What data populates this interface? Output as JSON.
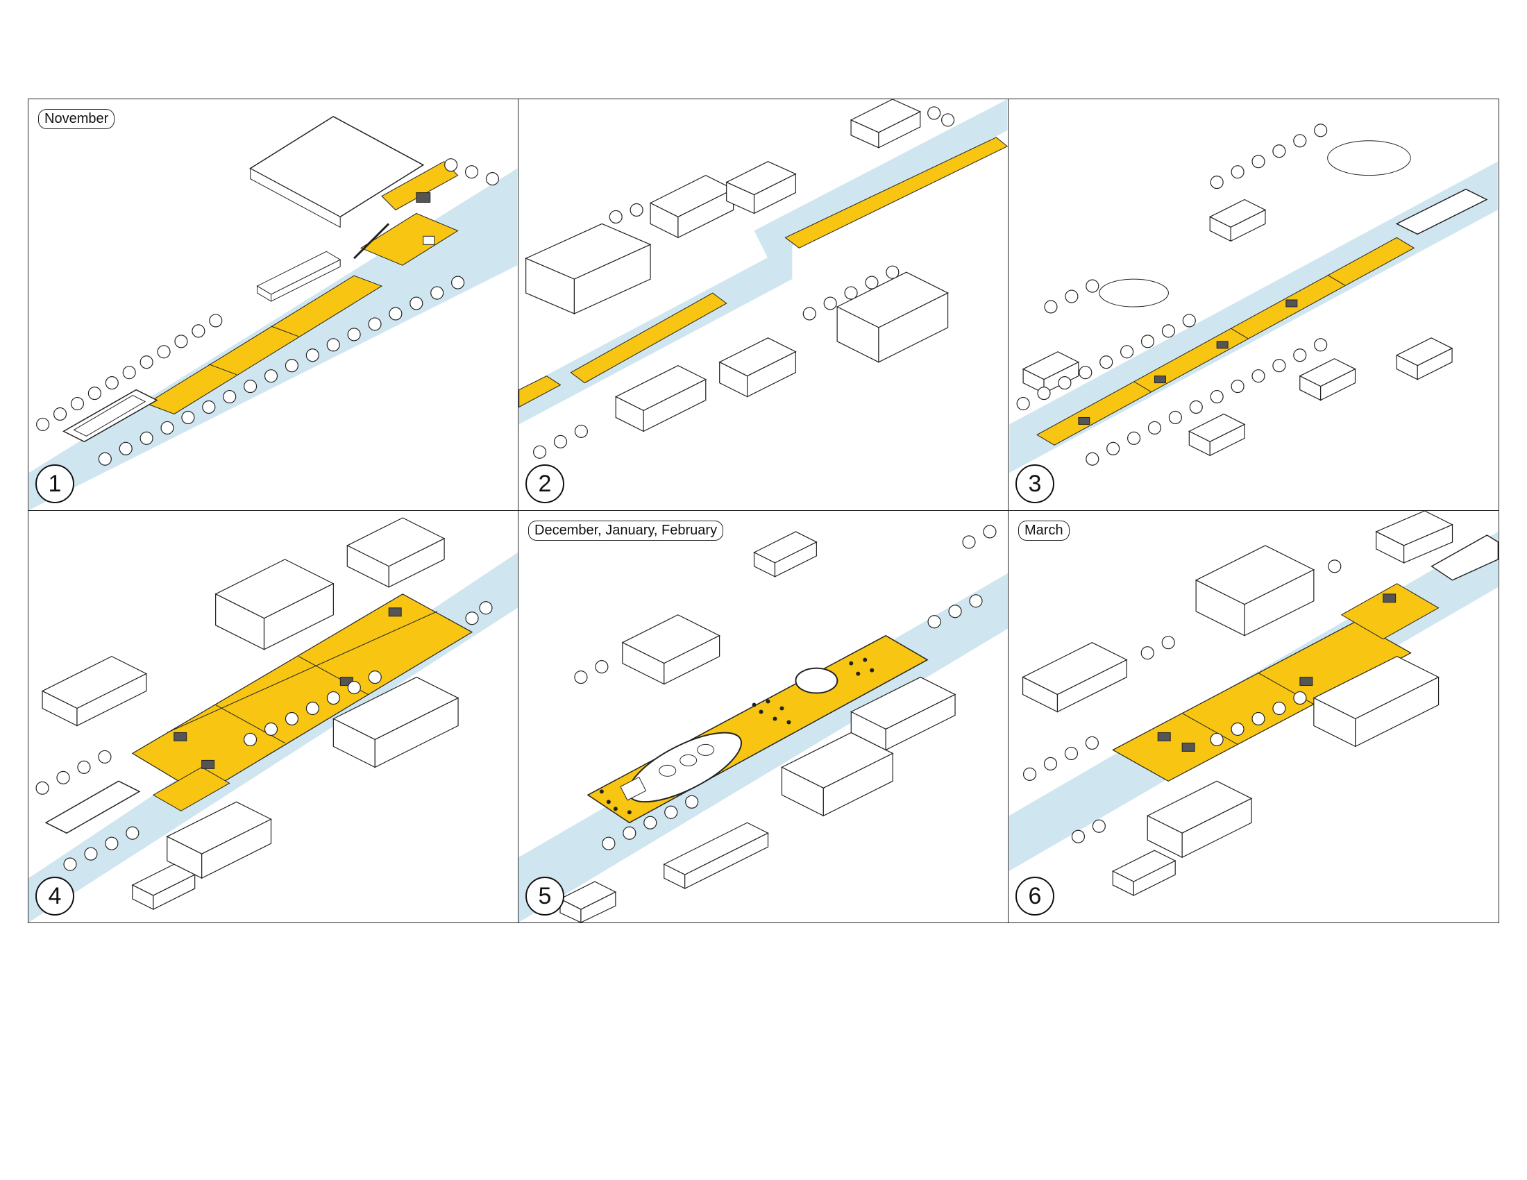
{
  "colors": {
    "water": "#cfe6f1",
    "platform": "#f7c512",
    "line": "#222222",
    "fill": "#ffffff"
  },
  "panels": [
    {
      "number": "1",
      "season": "November"
    },
    {
      "number": "2",
      "season": ""
    },
    {
      "number": "3",
      "season": ""
    },
    {
      "number": "4",
      "season": ""
    },
    {
      "number": "5",
      "season": "December, January, February"
    },
    {
      "number": "6",
      "season": "March"
    }
  ],
  "icons": [
    "tree-icon",
    "house-icon",
    "boat-icon",
    "building-icon",
    "ice-rink-icon"
  ]
}
